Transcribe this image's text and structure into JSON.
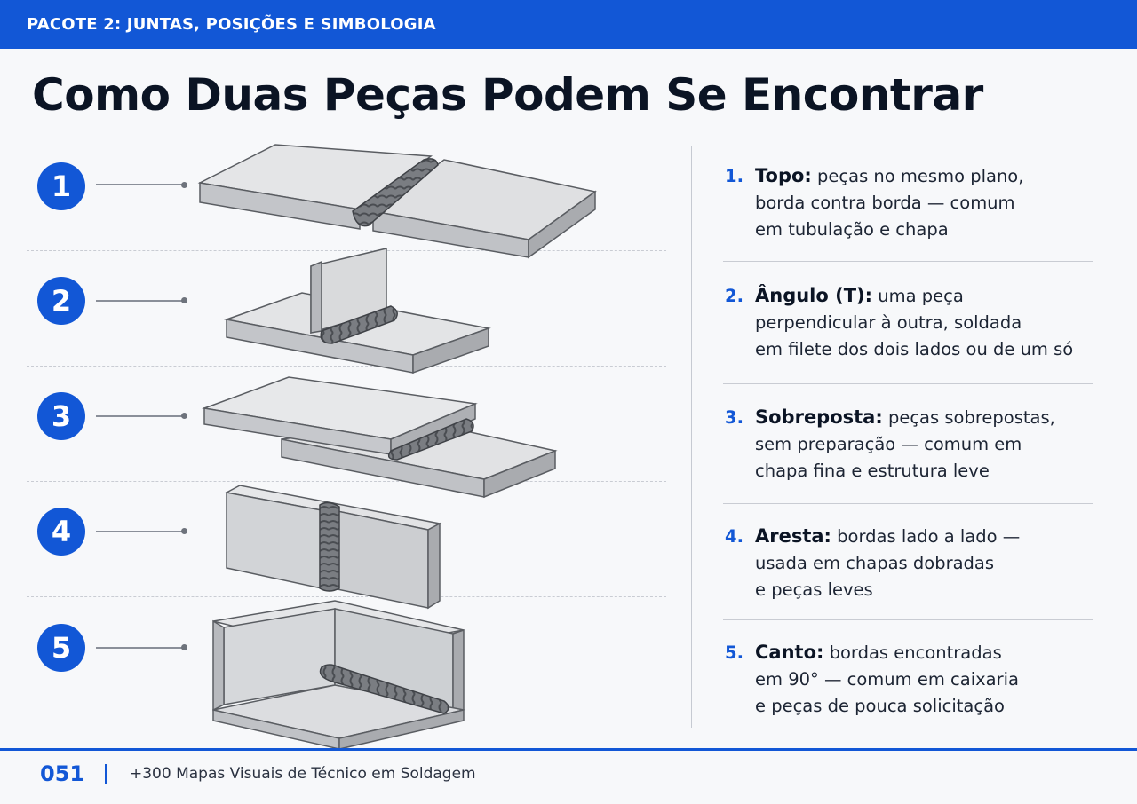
{
  "header": {
    "section_label": "PACOTE 2: JUNTAS, POSIÇÕES E SIMBOLOGIA"
  },
  "title": "Como Duas Peças Podem Se Encontrar",
  "badges": [
    "1",
    "2",
    "3",
    "4",
    "5"
  ],
  "items": [
    {
      "num": "1.",
      "term": "Topo:",
      "lines": [
        "peças no mesmo plano,",
        "borda contra borda — comum",
        "em tubulação e chapa"
      ]
    },
    {
      "num": "2.",
      "term": "Ângulo (T):",
      "lines": [
        "uma peça",
        "perpendicular à outra, soldada",
        "em filete dos dois lados ou de um só"
      ]
    },
    {
      "num": "3.",
      "term": "Sobreposta:",
      "lines": [
        "peças sobrepostas,",
        "sem preparação — comum em",
        "chapa fina e estrutura leve"
      ]
    },
    {
      "num": "4.",
      "term": "Aresta:",
      "lines": [
        "bordas lado a lado —",
        "usada em chapas dobradas",
        "e peças leves"
      ]
    },
    {
      "num": "5.",
      "term": "Canto:",
      "lines": [
        "bordas encontradas",
        "em 90° — comum em caixaria",
        "e peças de pouca solicitação"
      ]
    }
  ],
  "footer": {
    "page_number": "051",
    "book_title": "+300 Mapas Visuais de Técnico em Soldagem"
  },
  "colors": {
    "accent": "#1257d6",
    "ink": "#0b1424",
    "metal_top": "#e3e4e6",
    "metal_side": "#b9bbbf",
    "bead": "#6b6e73"
  }
}
